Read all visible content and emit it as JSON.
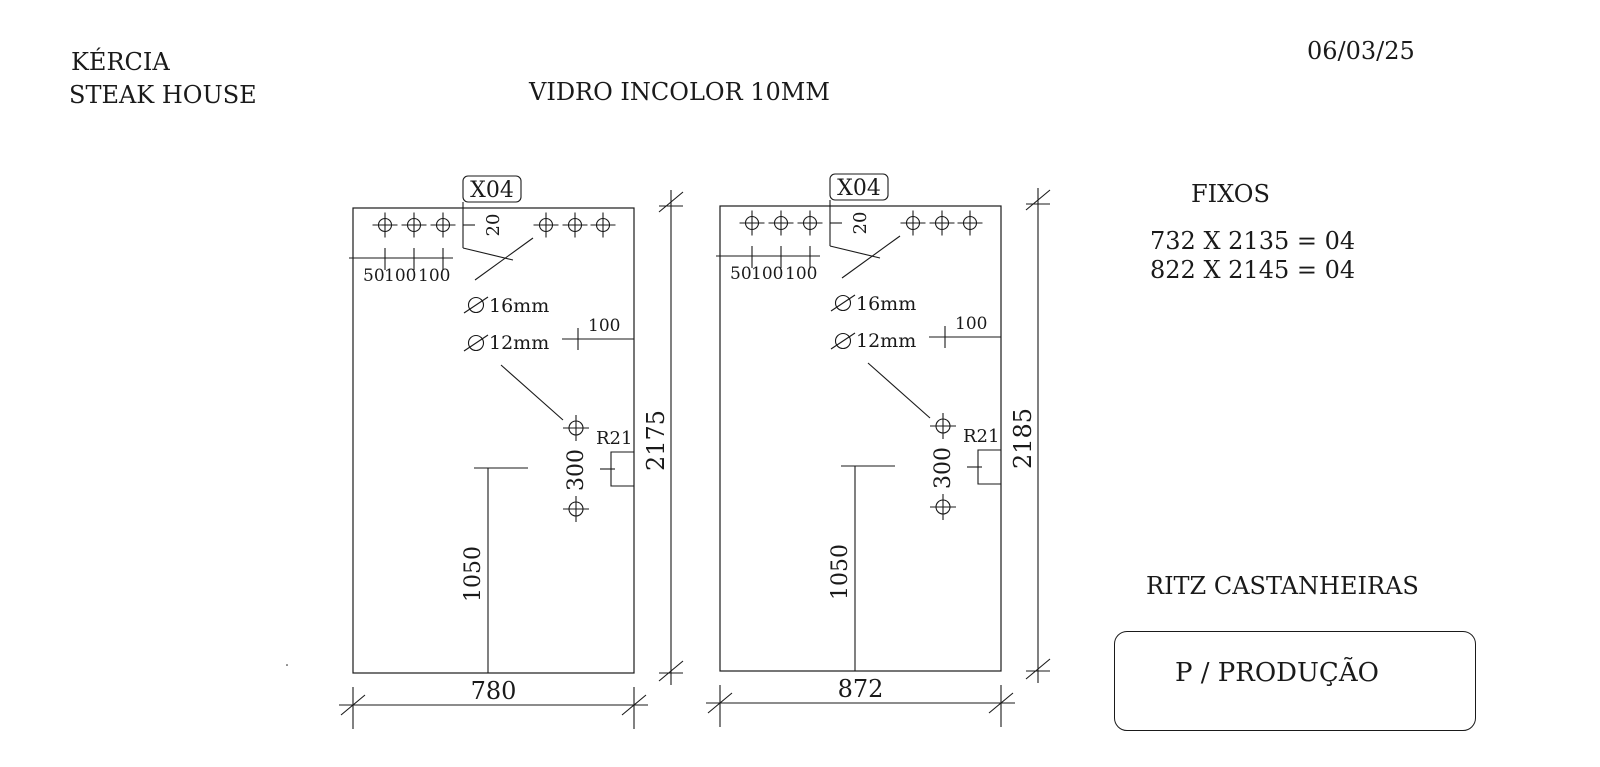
{
  "header": {
    "client_line1": "KÉRCIA",
    "client_line2": "STEAK HOUSE",
    "material": "VIDRO INCOLOR 10MM",
    "date": "06/03/25"
  },
  "fixos": {
    "title": "FIXOS",
    "items": [
      "732 X 2135 = 04",
      "822 X 2145 = 04"
    ]
  },
  "project": "RITZ CASTANHEIRAS",
  "stamp": "P / PRODUÇÃO",
  "panels": [
    {
      "quantity": "X04",
      "width_label": "780",
      "height_label": "2175",
      "hole_spacing": [
        "50",
        "100",
        "100"
      ],
      "top_offset": "20",
      "hole_diameter_large": "16mm",
      "hole_diameter_small": "12mm",
      "edge_offset": "100",
      "notch_radius": "R21",
      "vertical_spacing": "300",
      "handle_height": "1050"
    },
    {
      "quantity": "X04",
      "width_label": "872",
      "height_label": "2185",
      "hole_spacing": [
        "50",
        "100",
        "100"
      ],
      "top_offset": "20",
      "hole_diameter_large": "16mm",
      "hole_diameter_small": "12mm",
      "edge_offset": "100",
      "notch_radius": "R21",
      "vertical_spacing": "300",
      "handle_height": "1050"
    }
  ]
}
